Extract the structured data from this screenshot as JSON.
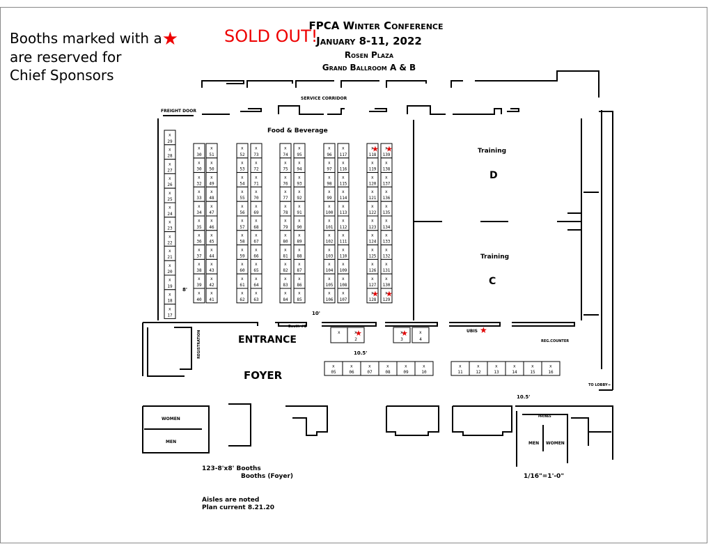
{
  "legend": {
    "line1": "Booths marked with a",
    "star": "★",
    "line2": "are reserved for",
    "line3": "Chief Sponsors"
  },
  "sold_out": "SOLD OUT!",
  "header": {
    "event": "FPCA Winter Conference",
    "dates": "January 8-11, 2022",
    "venue": "Rosen Plaza",
    "room": "Grand Ballroom A & B"
  },
  "labels": {
    "service_corridor": "SERVICE CORRIDOR",
    "freight_door": "FREIGHT DOOR",
    "food_beverage": "Food & Beverage",
    "training_d": "Training",
    "d": "D",
    "training_c": "Training",
    "c": "C",
    "entrance": "ENTRANCE",
    "foyer": "FOYER",
    "registration": "REGISTRATION",
    "reg_counter": "REG.COUNTER",
    "ubis": "UBIS",
    "booth1": "Booth #1",
    "to_lobby": "TO LOBBY→",
    "women": "WOMEN",
    "men": "MEN",
    "women2": "WOMEN",
    "men2": "MEN",
    "phones": "PHONES",
    "aisle_8": "8'",
    "aisle_10": "10'",
    "aisle_105": "10.5'",
    "aisle_105b": "10.5'",
    "scale": "1/16\"=1'-0\""
  },
  "notes": {
    "booths_8x8": "123-8'x8' Booths",
    "booths_foyer": "Booths (Foyer)",
    "aisles": "Aisles are noted",
    "plan_current": "Plan current 8.21.20"
  },
  "colors": {
    "star": "#e00000",
    "line": "#000000"
  },
  "booths": {
    "col29": [
      "29",
      "28",
      "27",
      "26",
      "25",
      "24",
      "23",
      "22",
      "21",
      "20",
      "19",
      "18",
      "17"
    ],
    "col_a_left": [
      "30",
      "32",
      "33",
      "34",
      "35",
      "36",
      "37",
      "38",
      "39",
      "40"
    ],
    "col_a_right": [
      "51",
      "50",
      "49",
      "48",
      "47",
      "46",
      "45",
      "44",
      "43",
      "42",
      "41"
    ],
    "col_b_left": [
      "52",
      "53",
      "54",
      "55",
      "56",
      "57",
      "58",
      "59",
      "60",
      "61",
      "62"
    ],
    "col_b_right": [
      "73",
      "72",
      "71",
      "70",
      "69",
      "68",
      "67",
      "66",
      "65",
      "64",
      "63"
    ],
    "col_c_left": [
      "74",
      "75",
      "76",
      "77",
      "78",
      "79",
      "80",
      "81",
      "82",
      "83",
      "84"
    ],
    "col_c_right": [
      "95",
      "94",
      "93",
      "92",
      "91",
      "90",
      "89",
      "88",
      "87",
      "86",
      "85"
    ],
    "col_d_left": [
      "96",
      "97",
      "98",
      "99",
      "100",
      "101",
      "102",
      "103",
      "104",
      "105",
      "106"
    ],
    "col_d_right": [
      "117",
      "116",
      "115",
      "114",
      "113",
      "112",
      "111",
      "110",
      "109",
      "108",
      "107"
    ],
    "col_e_left": [
      "118",
      "119",
      "120",
      "121",
      "122",
      "123",
      "124",
      "125",
      "126",
      "127",
      "128"
    ],
    "col_e_right": [
      "139",
      "138",
      "137",
      "136",
      "135",
      "134",
      "133",
      "132",
      "131",
      "130",
      "129"
    ],
    "entrance": [
      "",
      "2",
      "3",
      "4"
    ],
    "foyer_left": [
      "05",
      "06",
      "07",
      "08",
      "09",
      "10"
    ],
    "foyer_right": [
      "11",
      "12",
      "13",
      "14",
      "15",
      "16"
    ]
  }
}
